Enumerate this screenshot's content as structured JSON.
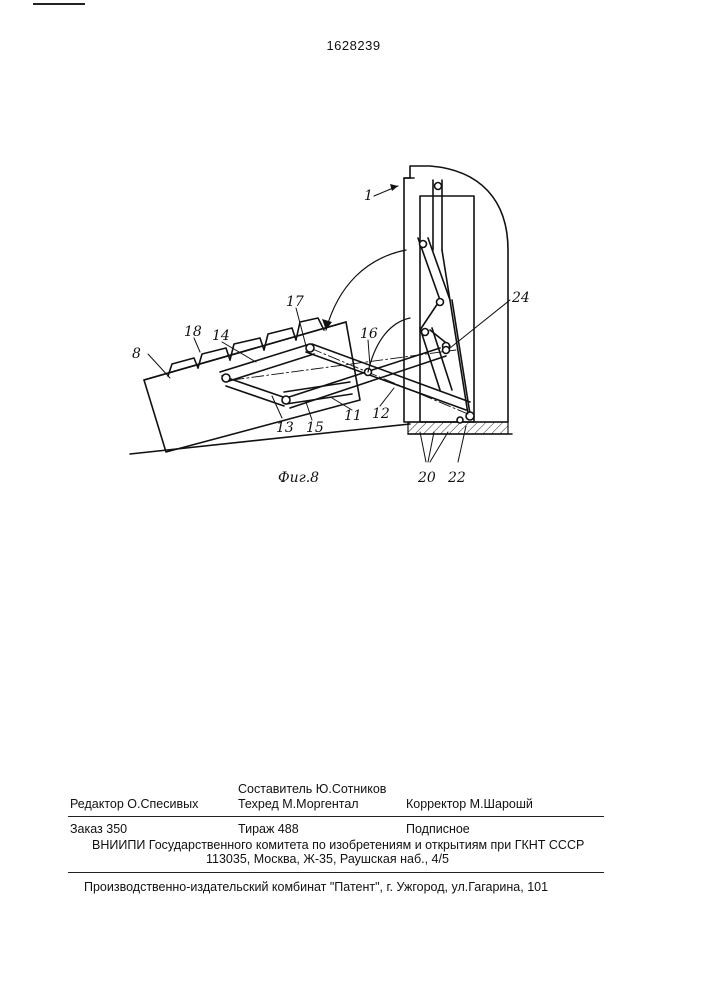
{
  "document": {
    "patent_number": "1628239",
    "figure_caption": "Фиг.8",
    "part_labels": [
      "1",
      "8",
      "11",
      "12",
      "13",
      "14",
      "15",
      "16",
      "17",
      "18",
      "20",
      "22",
      "24"
    ]
  },
  "imprint": {
    "compiler": "Составитель Ю.Сотников",
    "editor": "Редактор О.Спесивых",
    "techred": "Техред М.Моргентал",
    "corrector": "Корректор М.Шарошй",
    "order": "Заказ  350",
    "circulation": "Тираж 488",
    "subscription": "Подписное",
    "institute": "ВНИИПИ Государственного комитета по изобретениям и открытиям при ГКНТ СССР",
    "address": "113035, Москва, Ж-35, Раушская наб., 4/5",
    "printer": "Производственно-издательский комбинат \"Патент\", г. Ужгород, ул.Гагарина, 101"
  }
}
